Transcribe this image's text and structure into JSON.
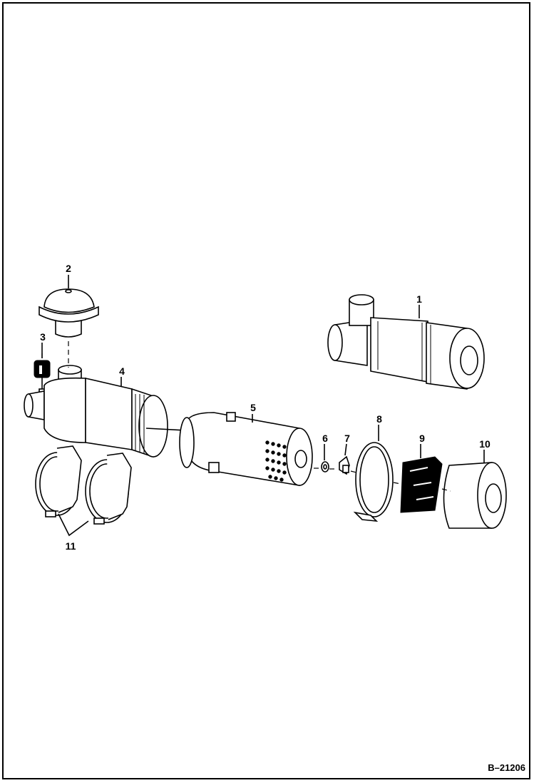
{
  "diagram": {
    "drawing_code": "B–21206",
    "callouts": [
      {
        "id": "1",
        "text": "1"
      },
      {
        "id": "2",
        "text": "2"
      },
      {
        "id": "3",
        "text": "3"
      },
      {
        "id": "4",
        "text": "4"
      },
      {
        "id": "5",
        "text": "5"
      },
      {
        "id": "6",
        "text": "6"
      },
      {
        "id": "7",
        "text": "7"
      },
      {
        "id": "8",
        "text": "8"
      },
      {
        "id": "9",
        "text": "9"
      },
      {
        "id": "10",
        "text": "10"
      },
      {
        "id": "11",
        "text": "11"
      }
    ]
  }
}
